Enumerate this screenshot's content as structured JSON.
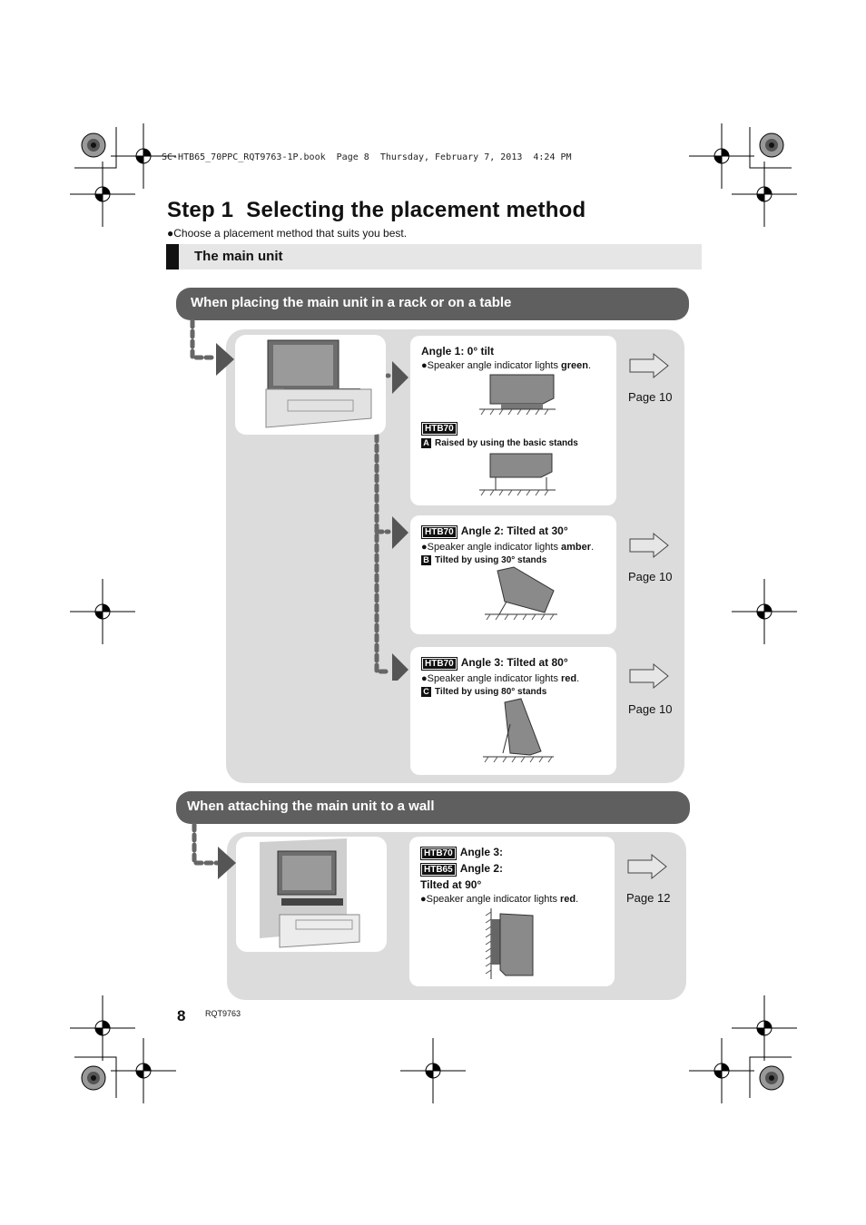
{
  "book_line": "SC-HTB65_70PPC_RQT9763-1P.book  Page 8  Thursday, February 7, 2013  4:24 PM",
  "title": {
    "step": "Step 1",
    "text": "Selecting the placement method"
  },
  "intro": "Choose a placement method that suits you best.",
  "main_unit_label": "The main unit",
  "rack_section": {
    "heading": "When placing the main unit in a rack or on a table",
    "angle1": {
      "title": "Angle 1: 0° tilt",
      "indicator_prefix": "Speaker angle indicator lights ",
      "indicator_color": "green",
      "model_badge": "HTB70",
      "option_letter": "A",
      "option_text": "Raised by using the basic stands",
      "page_ref": "Page 10"
    },
    "angle2": {
      "model_badge": "HTB70",
      "title": "Angle 2: Tilted at 30°",
      "indicator_prefix": "Speaker angle indicator lights ",
      "indicator_color": "amber",
      "option_letter": "B",
      "option_text": "Tilted by using 30° stands",
      "page_ref": "Page 10"
    },
    "angle3": {
      "model_badge": "HTB70",
      "title": "Angle 3: Tilted at 80°",
      "indicator_prefix": "Speaker angle indicator lights ",
      "indicator_color": "red",
      "option_letter": "C",
      "option_text": "Tilted by using 80° stands",
      "page_ref": "Page 10"
    }
  },
  "wall_section": {
    "heading": "When attaching the main unit to a wall",
    "badge1": "HTB70",
    "badge1_text": "Angle 3:",
    "badge2": "HTB65",
    "badge2_text": "Angle 2:",
    "tilt_text": "Tilted at 90°",
    "indicator_prefix": "Speaker angle indicator lights ",
    "indicator_color": "red",
    "page_ref": "Page 12"
  },
  "footer": {
    "page_number": "8",
    "model_code": "RQT9763"
  },
  "colors": {
    "section_header": "#5f5f5f",
    "panel": "#dcdcdc",
    "main_bar": "#e6e6e6"
  }
}
